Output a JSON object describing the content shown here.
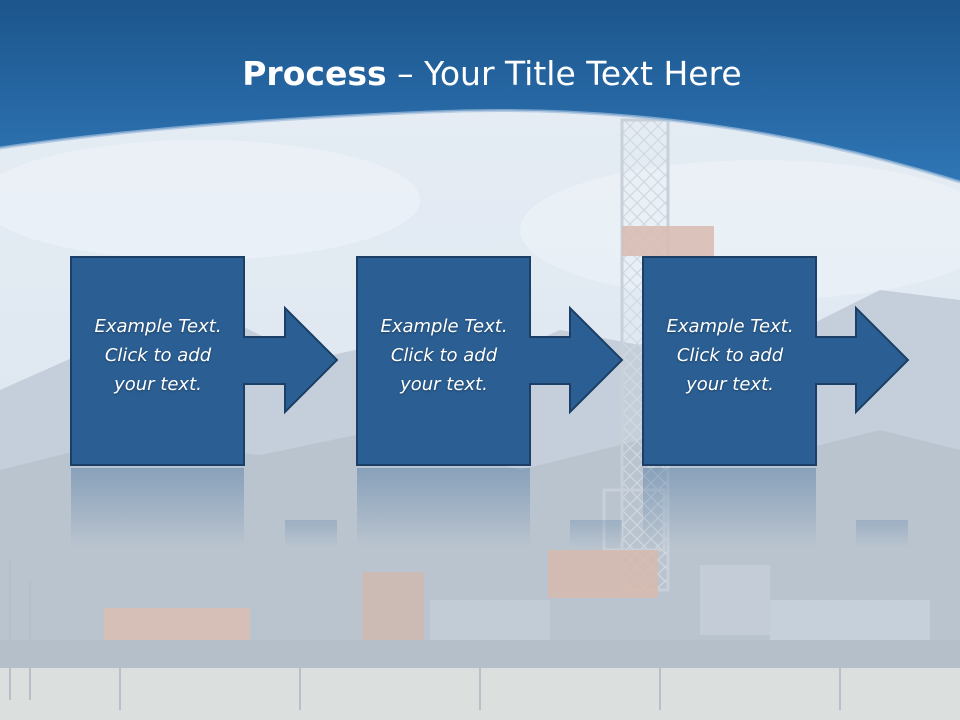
{
  "slide": {
    "title_bold": "Process",
    "title_rest": " – Your Title Text Here"
  },
  "steps": [
    {
      "text": "Example Text.\nClick  to add\nyour text."
    },
    {
      "text": "Example Text.\nClick  to add\nyour text."
    },
    {
      "text": "Example Text.\nClick  to add\nyour text."
    }
  ],
  "colors": {
    "header_top": "#1f5b94",
    "header_bottom": "#2f74b3",
    "box_fill": "#2b5f93",
    "box_border": "#1b3f66"
  }
}
